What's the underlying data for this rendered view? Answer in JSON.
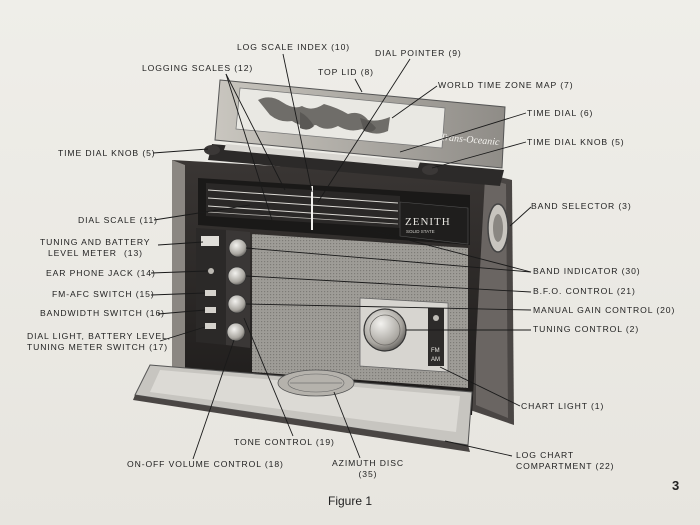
{
  "labels": {
    "log_scale_index": "LOG SCALE INDEX (10)",
    "dial_pointer": "DIAL POINTER (9)",
    "logging_scales": "LOGGING SCALES (12)",
    "top_lid": "TOP LID (8)",
    "world_time_zone_map": "WORLD TIME ZONE MAP (7)",
    "time_dial": "TIME DIAL (6)",
    "time_dial_knob_left": "TIME DIAL KNOB (5)",
    "time_dial_knob_right": "TIME DIAL KNOB (5)",
    "band_selector": "BAND SELECTOR (3)",
    "dial_scale": "DIAL SCALE (11)",
    "tuning_meter_line1": "TUNING AND BATTERY",
    "tuning_meter_line2": "LEVEL METER",
    "tuning_meter_line3": "(13)",
    "ear_phone_jack": "EAR PHONE JACK (14)",
    "fm_afc_switch": "FM-AFC SWITCH (15)",
    "bandwidth_switch": "BANDWIDTH SWITCH (16)",
    "dial_light_line1": "DIAL LIGHT, BATTERY LEVEL,",
    "dial_light_line2": "TUNING METER SWITCH (17)",
    "band_indicator": "BAND INDICATOR (30)",
    "bfo_control": "B.F.O. CONTROL (21)",
    "manual_gain_control": "MANUAL GAIN CONTROL (20)",
    "tuning_control": "TUNING CONTROL (2)",
    "chart_light": "CHART LIGHT (1)",
    "tone_control": "TONE CONTROL (19)",
    "on_off_volume": "ON-OFF VOLUME CONTROL (18)",
    "azimuth_line1": "AZIMUTH DISC",
    "azimuth_line2": "(35)",
    "log_chart_line1": "LOG CHART",
    "log_chart_line2": "COMPARTMENT (22)"
  },
  "radio": {
    "brand": "ZENITH",
    "brand_sub": "SOLID STATE",
    "lid_script": "Trans-Oceanic",
    "band_fm": "FM",
    "band_am": "AM"
  },
  "caption": "Figure 1",
  "page_number": "3"
}
